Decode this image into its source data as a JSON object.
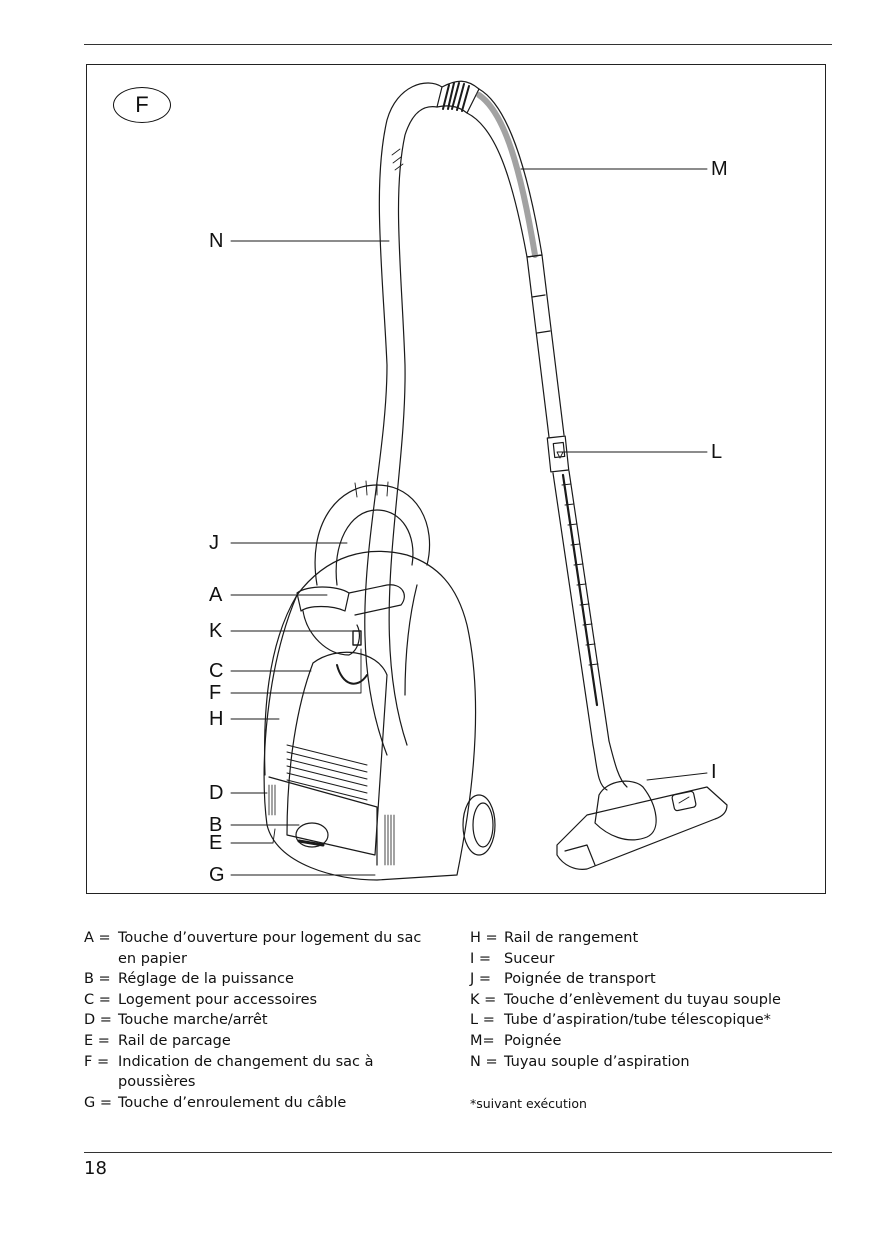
{
  "figure": {
    "language_badge": "F",
    "callouts": {
      "A": "A",
      "B": "B",
      "C": "C",
      "D": "D",
      "E": "E",
      "F": "F",
      "G": "G",
      "H": "H",
      "I": "I",
      "J": "J",
      "K": "K",
      "L": "L",
      "M": "M",
      "N": "N"
    }
  },
  "legend": {
    "left": [
      {
        "key": "A =",
        "text": "Touche d’ouverture pour logement du sac en papier"
      },
      {
        "key": "B =",
        "text": "Réglage de la puissance"
      },
      {
        "key": "C =",
        "text": "Logement pour accessoires"
      },
      {
        "key": "D =",
        "text": "Touche marche/arrêt"
      },
      {
        "key": "E =",
        "text": "Rail de parcage"
      },
      {
        "key": "F =",
        "text": "Indication de changement du sac à poussières"
      },
      {
        "key": "G =",
        "text": "Touche d’enroulement du câble"
      }
    ],
    "right": [
      {
        "key": "H =",
        "text": "Rail de rangement"
      },
      {
        "key": "I  =",
        "text": "Suceur"
      },
      {
        "key": "J  =",
        "text": "Poignée de transport"
      },
      {
        "key": "K =",
        "text": "Touche d’enlèvement du tuyau souple"
      },
      {
        "key": "L  =",
        "text": "Tube d’aspiration/tube télescopique*"
      },
      {
        "key": "M=",
        "text": "Poignée"
      },
      {
        "key": "N =",
        "text": "Tuyau souple d’aspiration"
      }
    ],
    "footnote": "*suivant exécution"
  },
  "page": {
    "number": "18"
  }
}
